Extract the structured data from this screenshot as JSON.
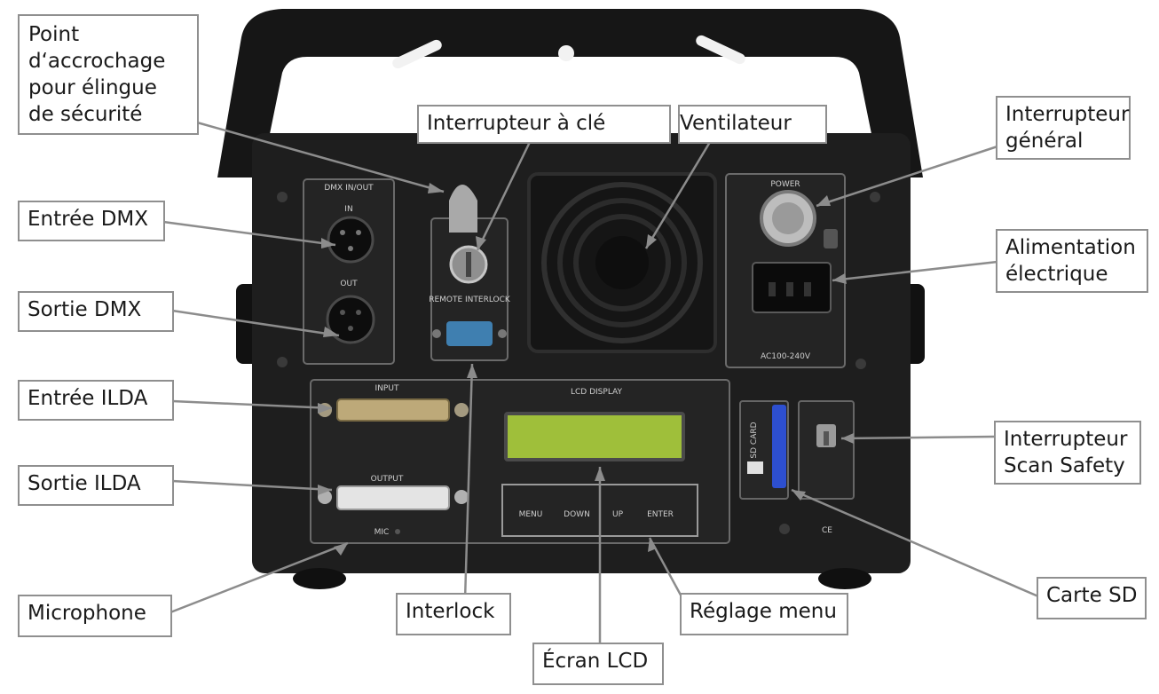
{
  "labels": {
    "point_accrochage": [
      "Point",
      "d‘accrochage",
      "pour élingue",
      "de sécurité"
    ],
    "interrupteur_cle": "Interrupteur à clé",
    "ventilateur": "Ventilateur",
    "interrupteur_general": [
      "Interrupteur",
      "général"
    ],
    "entree_dmx": "Entrée DMX",
    "alimentation": [
      "Alimentation",
      "électrique"
    ],
    "sortie_dmx": "Sortie DMX",
    "entree_ilda": "Entrée ILDA",
    "sortie_ilda": "Sortie ILDA",
    "interrupteur_scan": [
      "Interrupteur",
      "Scan Safety"
    ],
    "carte_sd": "Carte SD",
    "microphone": "Microphone",
    "interlock": "Interlock",
    "reglage_menu": "Réglage menu",
    "ecran_lcd": "Écran LCD"
  },
  "device": {
    "dmx_panel": "DMX IN/OUT",
    "dmx_in": "IN",
    "dmx_out": "OUT",
    "remote_interlock": "REMOTE INTERLOCK",
    "power": "POWER",
    "power_rating": "AC100-240V",
    "ilda_input": "INPUT",
    "ilda_output": "OUTPUT",
    "mic": "MIC",
    "lcd_display": "LCD DISPLAY",
    "menu_buttons": [
      "MENU",
      "DOWN",
      "UP",
      "ENTER"
    ],
    "sd_card": "SD CARD",
    "ce_mark": "CE"
  },
  "colors": {
    "chassis": "#1e1e1e",
    "lcd": "#9fbf3a",
    "db9": "#3f7fb0",
    "sd_card": "#2d4fd0",
    "label_border": "#8f8f8f",
    "leader_line": "#8c8c8c"
  }
}
